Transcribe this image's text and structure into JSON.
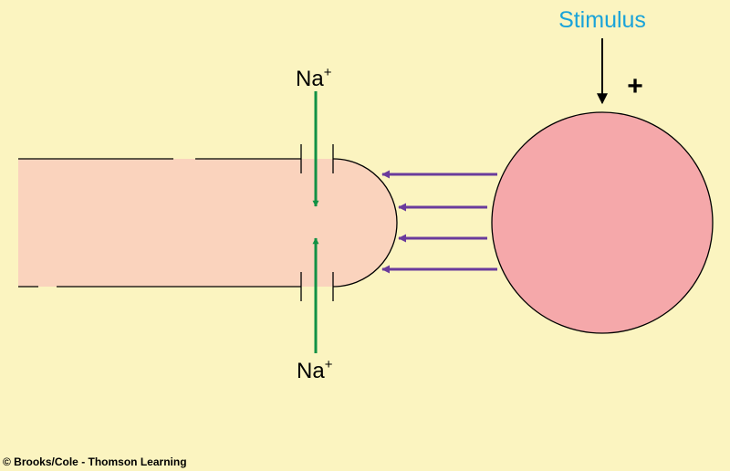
{
  "stimulus": {
    "label": "Stimulus",
    "color": "#1aa3d9",
    "sign": "+"
  },
  "ion_top": {
    "base": "Na",
    "charge": "+"
  },
  "ion_bottom": {
    "base": "Na",
    "charge": "+"
  },
  "colors": {
    "background": "#fbf4c0",
    "axon_fill": "#fad3bd",
    "cell_body_fill": "#f5a8aa",
    "ion_arrow": "#119145",
    "current_arrow": "#6a3b9c",
    "outline": "#000000"
  },
  "credit": "© Brooks/Cole - Thomson Learning"
}
